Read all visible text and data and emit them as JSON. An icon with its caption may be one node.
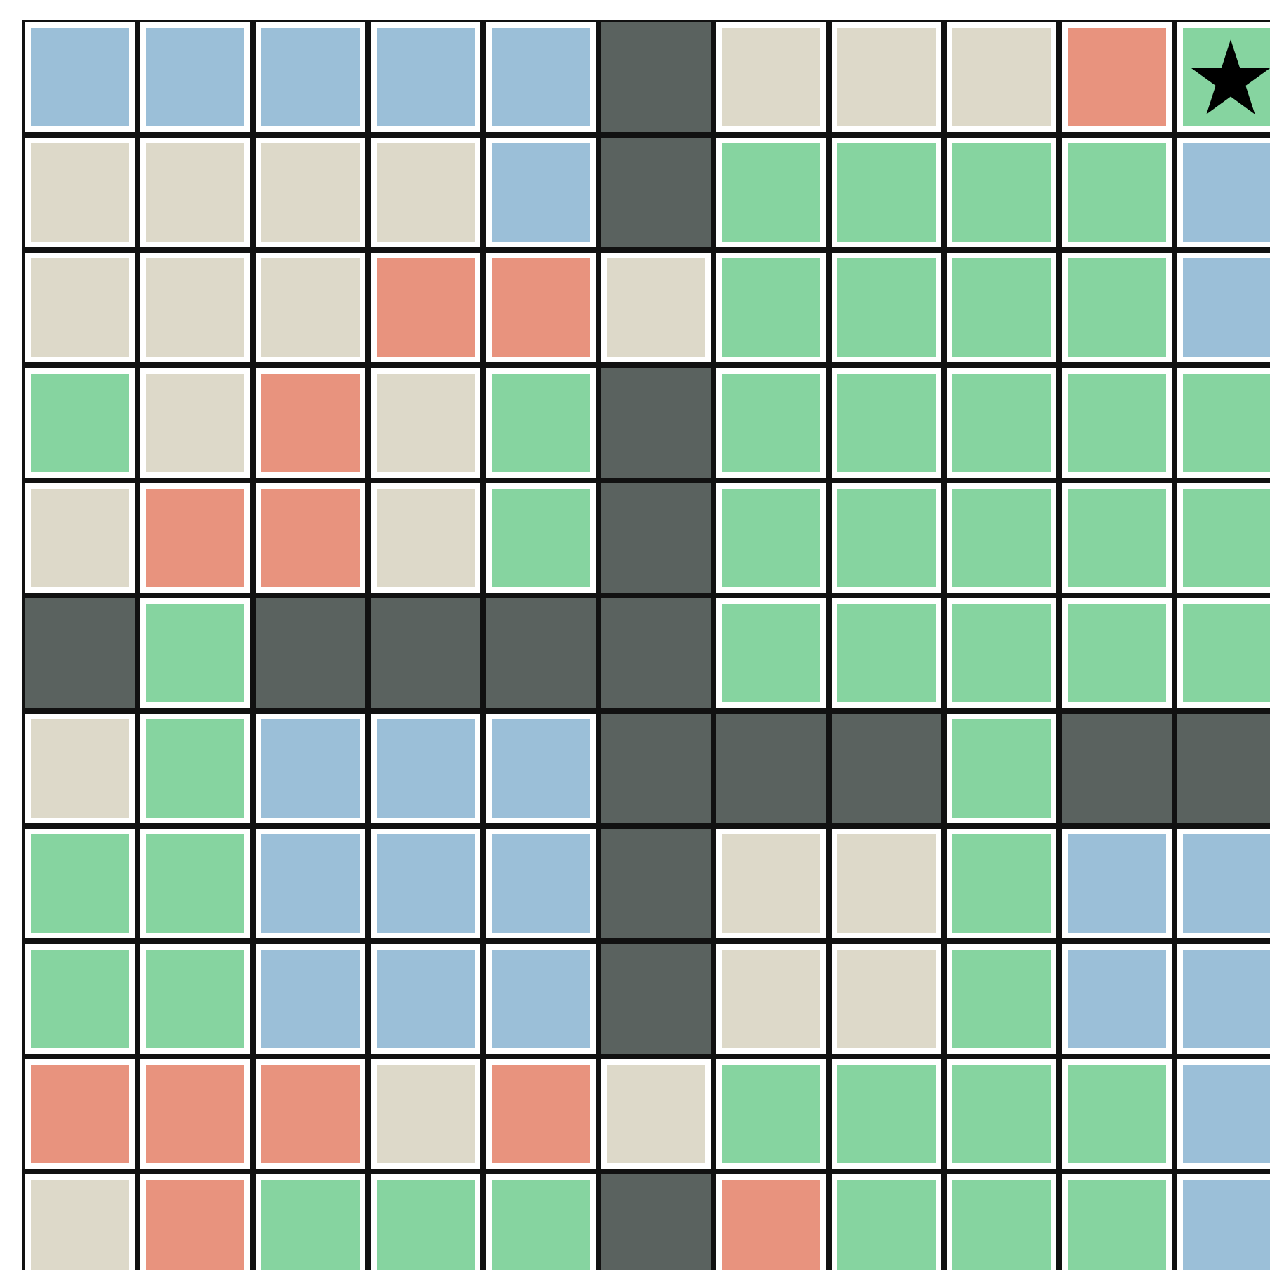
{
  "diagram": {
    "nodes": [
      {
        "text": [],
        "shape": "box"
      },
      {
        "text": [],
        "shape": "box"
      },
      {
        "text": [],
        "shape": "box"
      },
      {
        "text": [],
        "shape": "box"
      },
      {
        "text": [],
        "shape": "box"
      },
      {
        "text": [],
        "shape": "box"
      },
      {
        "text": [],
        "shape": "box"
      },
      {
        "text": [],
        "shape": "box"
      },
      {
        "text": [],
        "shape": "box"
      },
      {
        "text": [],
        "shape": "box"
      },
      {
        "text": [],
        "shape": "box"
      },
      {
        "text": [],
        "shape": "star",
        "in": 10
      },
      {
        "text": [],
        "shape": "box"
      },
      {
        "text": [],
        "shape": "box"
      },
      {
        "text": [],
        "shape": "box"
      },
      {
        "text": [],
        "shape": "box"
      },
      {
        "text": [],
        "shape": "box"
      },
      {
        "text": [],
        "shape": "box"
      },
      {
        "text": [],
        "shape": "box"
      },
      {
        "text": [],
        "shape": "box"
      },
      {
        "text": [],
        "shape": "box"
      },
      {
        "text": [],
        "shape": "box"
      },
      {
        "text": [],
        "shape": "box"
      },
      {
        "text": [],
        "shape": "box"
      },
      {
        "text": [],
        "shape": "box"
      },
      {
        "text": [],
        "shape": "box"
      },
      {
        "text": [],
        "shape": "box"
      },
      {
        "text": [],
        "shape": "box"
      },
      {
        "text": [],
        "shape": "box"
      },
      {
        "text": [],
        "shape": "box"
      },
      {
        "text": [],
        "shape": "box"
      },
      {
        "text": [],
        "shape": "box"
      },
      {
        "text": [],
        "shape": "box"
      },
      {
        "text": [],
        "shape": "box"
      },
      {
        "text": [],
        "shape": "box"
      },
      {
        "text": [],
        "shape": "box"
      },
      {
        "text": [],
        "shape": "box"
      },
      {
        "text": [],
        "shape": "box"
      },
      {
        "text": [],
        "shape": "box"
      },
      {
        "text": [],
        "shape": "box"
      },
      {
        "text": [],
        "shape": "box"
      },
      {
        "text": [],
        "shape": "box"
      },
      {
        "text": [],
        "shape": "box"
      },
      {
        "text": [],
        "shape": "box"
      },
      {
        "text": [],
        "shape": "box"
      },
      {
        "text": [],
        "shape": "box"
      },
      {
        "text": [],
        "shape": "box"
      },
      {
        "text": [],
        "shape": "box"
      },
      {
        "text": [],
        "shape": "box"
      },
      {
        "text": [],
        "shape": "box"
      },
      {
        "text": [],
        "shape": "box"
      },
      {
        "text": [],
        "shape": "box"
      },
      {
        "text": [],
        "shape": "box"
      },
      {
        "text": [],
        "shape": "box"
      },
      {
        "text": [],
        "shape": "box"
      },
      {
        "text": [],
        "shape": "box"
      },
      {
        "text": [],
        "shape": "box"
      },
      {
        "text": [],
        "shape": "box"
      },
      {
        "text": [],
        "shape": "box"
      },
      {
        "text": [],
        "shape": "box"
      },
      {
        "text": [],
        "shape": "box"
      },
      {
        "text": [],
        "shape": "box"
      },
      {
        "text": [],
        "shape": "box"
      },
      {
        "text": [],
        "shape": "box"
      },
      {
        "text": [],
        "shape": "box"
      },
      {
        "text": [],
        "shape": "box"
      },
      {
        "text": [],
        "shape": "box"
      },
      {
        "text": [],
        "shape": "box"
      },
      {
        "text": [],
        "shape": "box"
      },
      {
        "text": [],
        "shape": "box"
      },
      {
        "text": [],
        "shape": "box"
      },
      {
        "text": [],
        "shape": "box"
      },
      {
        "text": [],
        "shape": "box"
      },
      {
        "text": [],
        "shape": "box"
      },
      {
        "text": [],
        "shape": "box"
      },
      {
        "text": [],
        "shape": "box"
      },
      {
        "text": [],
        "shape": "box"
      },
      {
        "text": [],
        "shape": "box"
      },
      {
        "text": [],
        "shape": "box"
      },
      {
        "text": [],
        "shape": "box"
      },
      {
        "text": [],
        "shape": "box"
      },
      {
        "text": [],
        "shape": "box"
      },
      {
        "text": [],
        "shape": "box"
      },
      {
        "text": [],
        "shape": "box"
      },
      {
        "text": [],
        "shape": "box"
      },
      {
        "text": [],
        "shape": "box"
      },
      {
        "text": [],
        "shape": "box"
      },
      {
        "text": [],
        "shape": "box"
      },
      {
        "text": [],
        "shape": "box"
      },
      {
        "text": [],
        "shape": "box"
      },
      {
        "text": [],
        "shape": "box"
      },
      {
        "text": [],
        "shape": "box"
      },
      {
        "text": [],
        "shape": "box"
      },
      {
        "text": [],
        "shape": "box"
      },
      {
        "text": [],
        "shape": "box"
      },
      {
        "text": [],
        "shape": "box"
      },
      {
        "text": [],
        "shape": "box"
      },
      {
        "text": [],
        "shape": "box"
      },
      {
        "text": [],
        "shape": "box"
      },
      {
        "text": [],
        "shape": "box"
      },
      {
        "text": [],
        "shape": "box"
      },
      {
        "text": [],
        "shape": "box"
      },
      {
        "text": [],
        "shape": "box"
      },
      {
        "text": [],
        "shape": "box"
      },
      {
        "text": [],
        "shape": "box"
      },
      {
        "text": [],
        "shape": "box"
      },
      {
        "text": [],
        "shape": "box"
      },
      {
        "text": [],
        "shape": "box"
      },
      {
        "text": [],
        "shape": "box"
      },
      {
        "text": [],
        "shape": "box"
      },
      {
        "text": [],
        "shape": "box"
      },
      {
        "text": [],
        "shape": "box"
      },
      {
        "text": [],
        "shape": "box"
      },
      {
        "text": [],
        "shape": "box"
      },
      {
        "text": [],
        "shape": "box"
      },
      {
        "text": [],
        "shape": "box"
      },
      {
        "text": [],
        "shape": "box"
      },
      {
        "text": [],
        "shape": "box"
      },
      {
        "text": [],
        "shape": "box"
      },
      {
        "text": [],
        "shape": "box"
      },
      {
        "text": [],
        "shape": "box"
      },
      {
        "text": [],
        "shape": "box"
      }
    ]
  }
}
